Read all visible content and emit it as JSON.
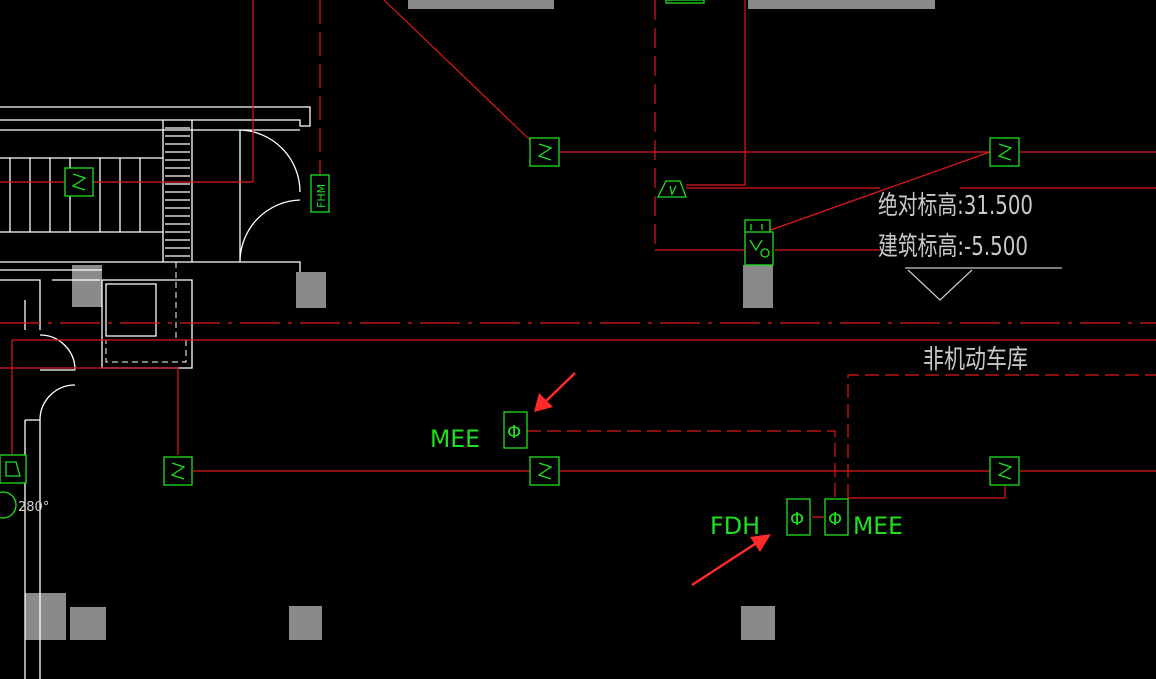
{
  "labels": {
    "mee_upper": "MEE",
    "mee_lower": "MEE",
    "fdh": "FDH",
    "fhm": "FHM",
    "angle": "280°",
    "absolute_elevation": "绝对标高:31.500",
    "building_elevation": "建筑标高:-5.500",
    "garage": "非机动车库"
  },
  "symbols": {
    "damper": "Φ",
    "valve": "S"
  },
  "colors": {
    "background": "#000000",
    "wall": "#ffffff",
    "duct_line": "#e01818",
    "device": "#1fe01f",
    "column": "#8a8a8a",
    "annotation": "#c8c8c8",
    "arrow": "#ff2a2a"
  }
}
